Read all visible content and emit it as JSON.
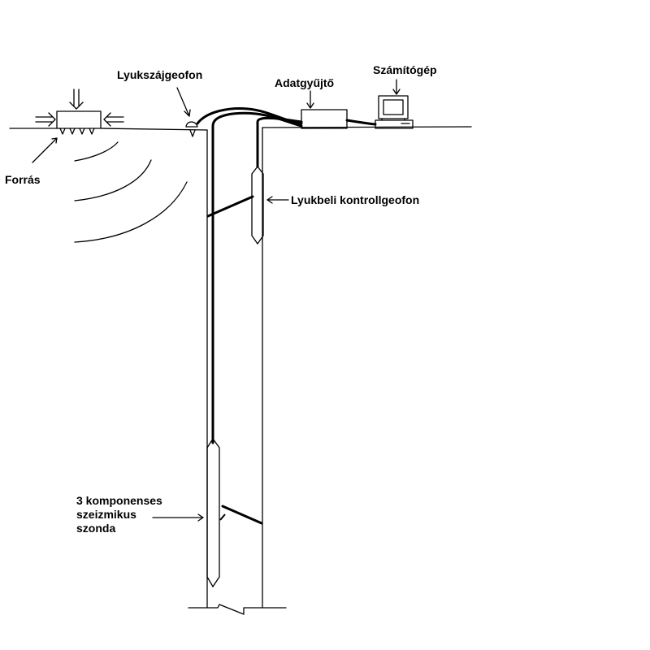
{
  "labels": {
    "source": "Forrás",
    "wellhead_geophone": "Lyukszájgeofon",
    "data_logger": "Adatgyűjtő",
    "computer": "Számítógép",
    "control_geophone": "Lyukbeli kontrollgeofon",
    "probe_lines": [
      "3 komponenses",
      "szeizmikus",
      "szonda"
    ]
  }
}
